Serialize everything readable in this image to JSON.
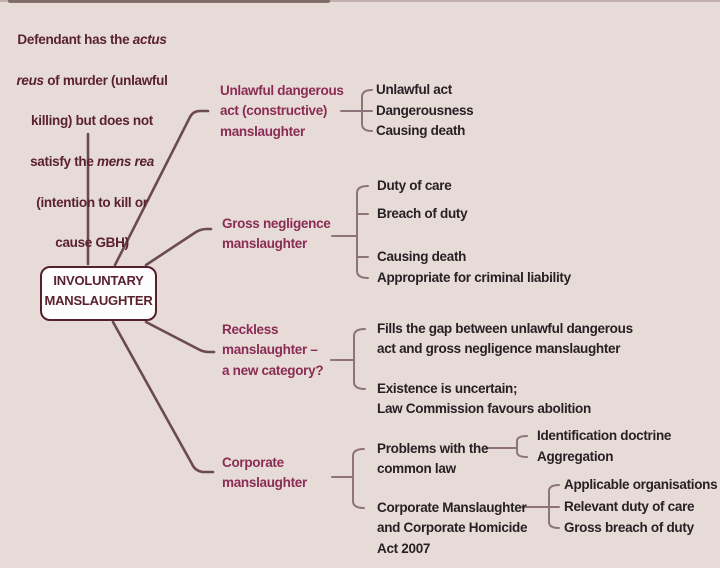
{
  "colors": {
    "background": "#e7dbd7",
    "dark_maroon_text": "#5a2130",
    "branch_label_text": "#8a2c55",
    "item_text": "#272125",
    "root_connector_line": "#6b4a52",
    "bracket_line": "#8e747a",
    "node_fill": "#fefdfd",
    "node_border": "#54202e"
  },
  "header_note": {
    "line1_regular": "Defendant has the ",
    "line1_italic": "actus",
    "line2_italic": "reus",
    "line2_regular": " of murder (unlawful",
    "line3": "killing) but does not",
    "line4_regular": "satisfy the ",
    "line4_italic": "mens rea",
    "line5": "(intention to kill or",
    "line6": "cause GBH)"
  },
  "central_node": {
    "line1": "INVOLUNTARY",
    "line2": "MANSLAUGHTER"
  },
  "branches": [
    {
      "label": "Unlawful dangerous\nact (constructive)\nmanslaughter",
      "items": [
        "Unlawful act",
        "Dangerousness",
        "Causing death"
      ]
    },
    {
      "label": "Gross negligence\nmanslaughter",
      "items": [
        "Duty of care",
        "Breach of duty",
        "Causing death",
        "Appropriate for criminal liability"
      ]
    },
    {
      "label": "Reckless\nmanslaughter –\na new category?",
      "items": [
        "Fills the gap between unlawful dangerous\nact and gross negligence manslaughter",
        "Existence is uncertain;\nLaw Commission favours abolition"
      ]
    },
    {
      "label": "Corporate\nmanslaughter",
      "items": [
        "Problems with the\ncommon law",
        "Corporate Manslaughter\nand Corporate Homicide\nAct 2007"
      ],
      "problems_children": [
        "Identification doctrine",
        "Aggregation"
      ],
      "act_children": [
        "Applicable organisations",
        "Relevant duty of care",
        "Gross breach of duty"
      ]
    }
  ]
}
